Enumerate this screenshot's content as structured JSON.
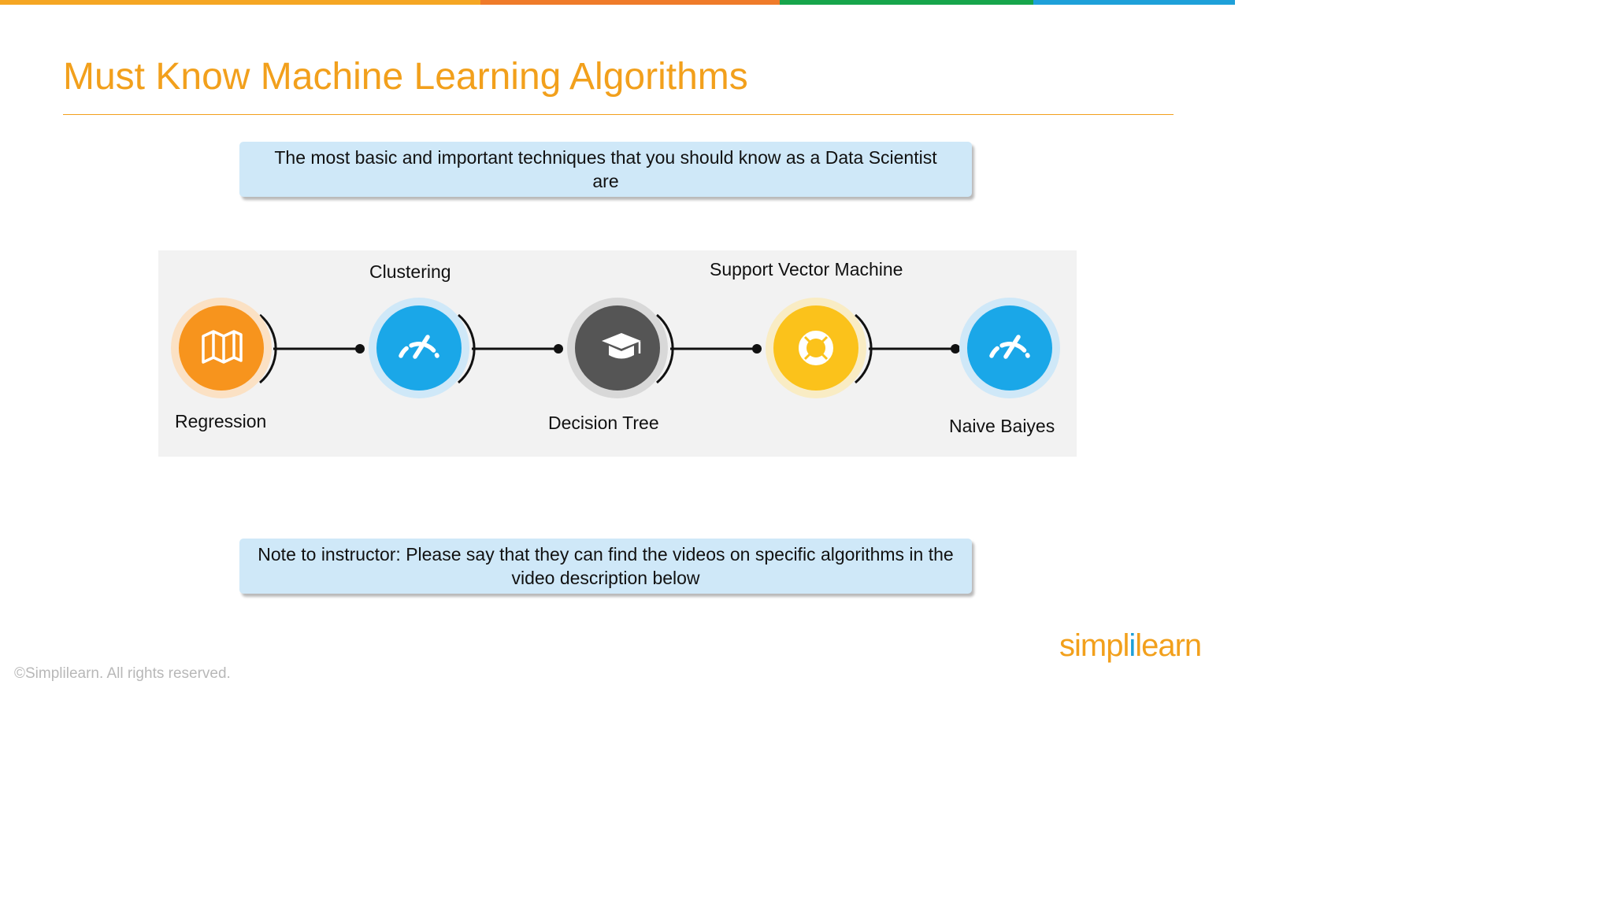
{
  "colors": {
    "top_bar": [
      "#f5a623",
      "#ef7b2a",
      "#17a54b",
      "#1ea0d9"
    ],
    "title": "#f2a01c",
    "callout_bg": "#cfe8f8",
    "diagram_bg": "#f2f2f2",
    "connector": "#111111"
  },
  "title": "Must Know Machine Learning Algorithms",
  "intro_callout": "The most basic and important techniques that you should know as a Data Scientist are",
  "algorithms": [
    {
      "label": "Regression",
      "icon": "map-icon",
      "color": "#f7941d",
      "halo": "#fbe1c4"
    },
    {
      "label": "Clustering",
      "icon": "speedometer-icon",
      "color": "#1aa7e8",
      "halo": "#cfe8f8"
    },
    {
      "label": "Decision Tree",
      "icon": "graduation-cap-icon",
      "color": "#555555",
      "halo": "#d8d8d8"
    },
    {
      "label": "Support Vector Machine",
      "icon": "lifebuoy-icon",
      "color": "#fbc21b",
      "halo": "#f9ecc4"
    },
    {
      "label": "Naive Baiyes",
      "icon": "speedometer-icon",
      "color": "#1aa7e8",
      "halo": "#cfe8f8"
    }
  ],
  "note_callout": "Note to instructor: Please say that they can find the videos on specific algorithms in the video description below",
  "footer": {
    "copyright": "©Simplilearn. All rights reserved.",
    "logo_left": "simpl",
    "logo_mid": "i",
    "logo_right": "learn"
  }
}
